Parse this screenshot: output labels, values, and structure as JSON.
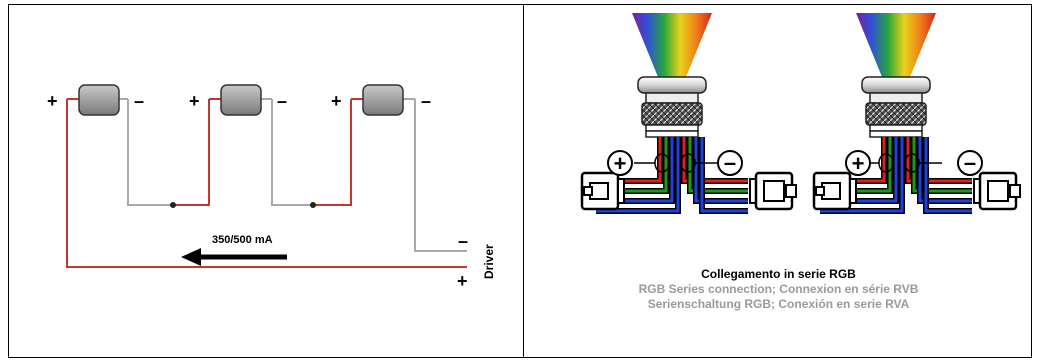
{
  "left_diagram": {
    "led_terminals": [
      {
        "plus": "+",
        "minus": "–"
      },
      {
        "plus": "+",
        "minus": "–"
      },
      {
        "plus": "+",
        "minus": "–"
      }
    ],
    "current_label": "350/500 mA",
    "driver_label": "Driver",
    "driver_minus": "–",
    "driver_plus": "+",
    "colors": {
      "positive_wire": "#c0392b",
      "negative_wire": "#a9a9a9",
      "led_body": "#9a9a9a"
    }
  },
  "right_diagram": {
    "terminal_plus_symbol": "+",
    "terminal_minus_symbol": "–",
    "wire_colors": [
      "#e02020",
      "#1a9a1a",
      "#2040e0"
    ],
    "caption": {
      "title": "Collegamento in serie RGB",
      "line1": "RGB Series connection; Connexion en série RVB",
      "line2": "Serienschaltung  RGB; Conexión en serie RVA"
    }
  }
}
